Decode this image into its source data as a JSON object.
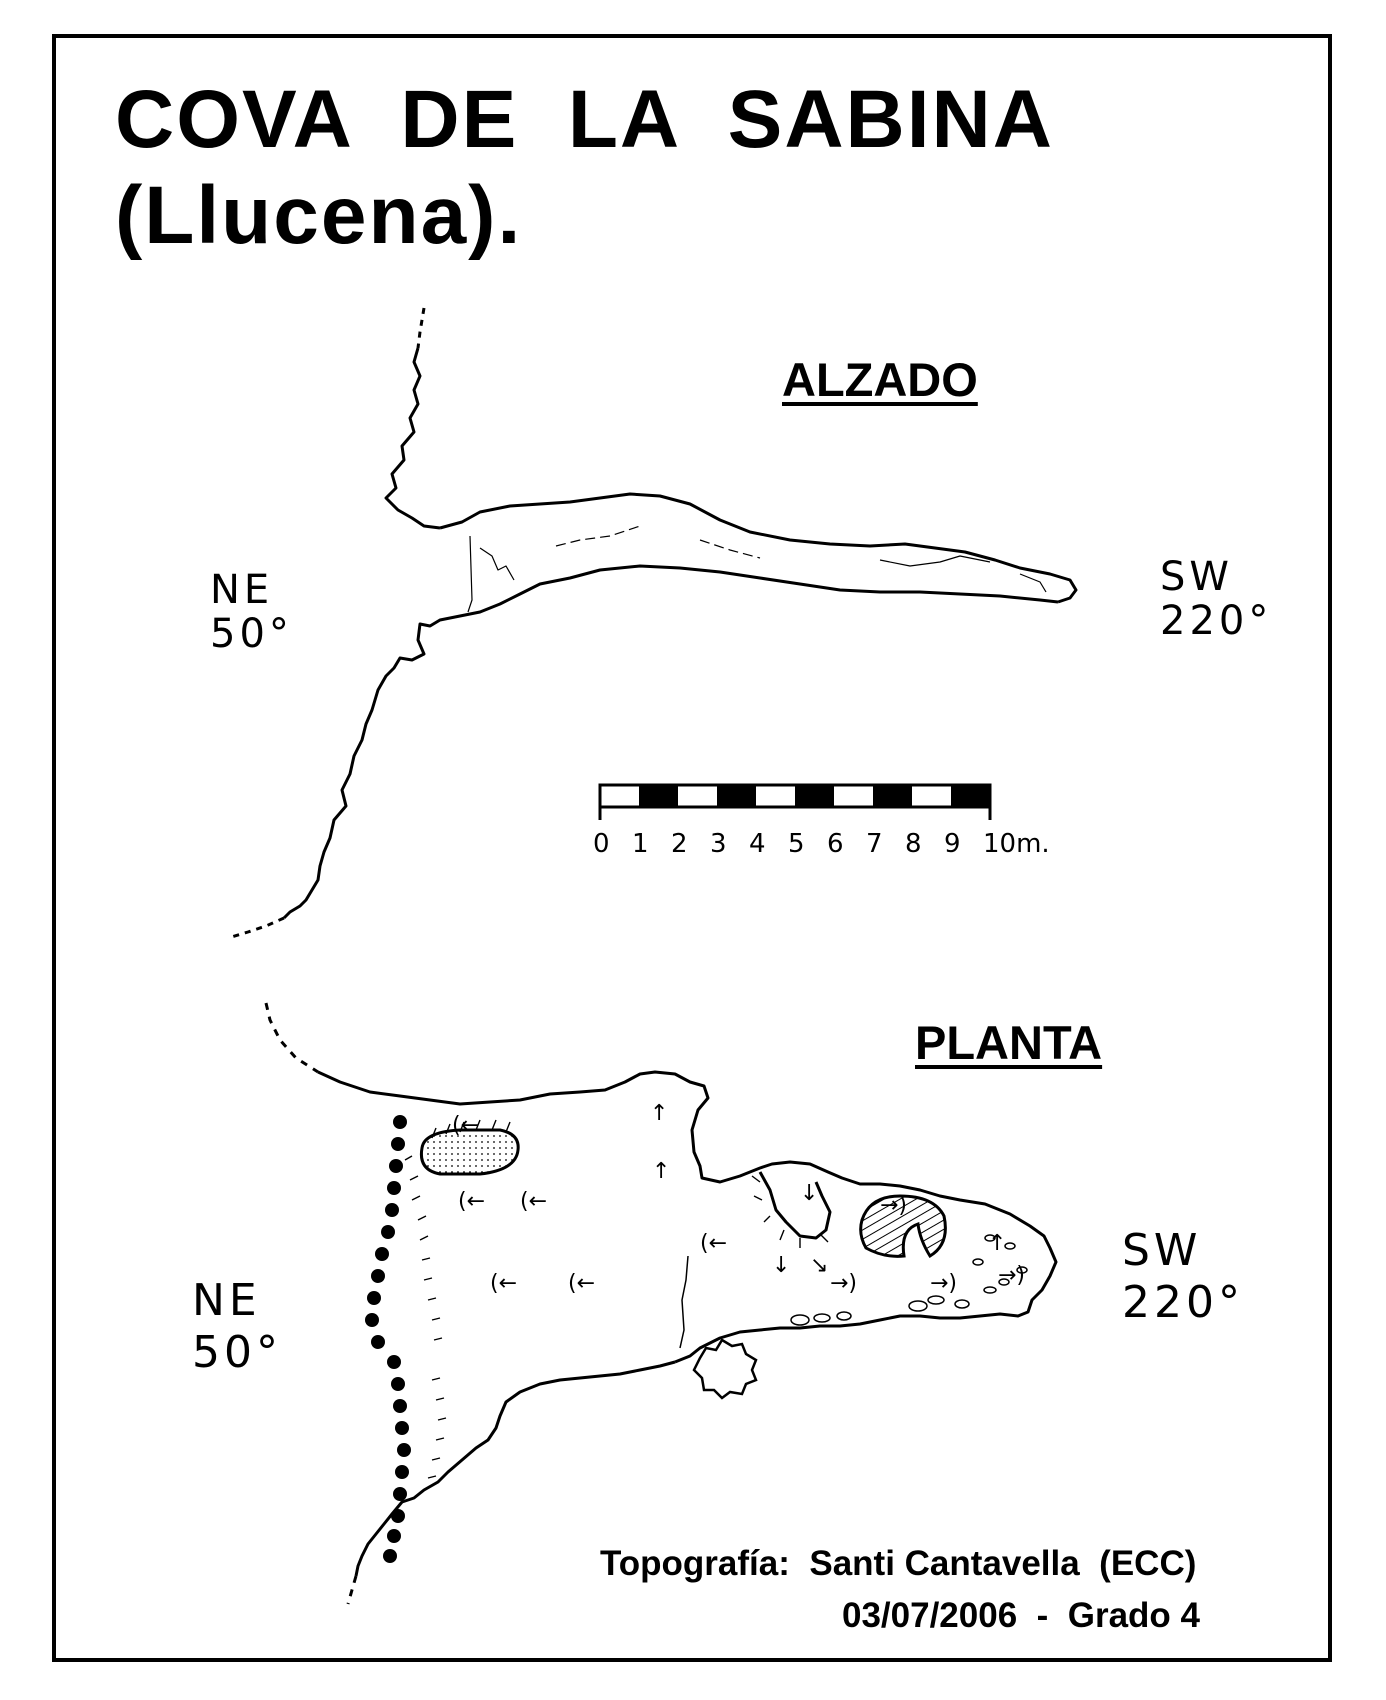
{
  "title": {
    "line1": "COVA  DE  LA  SABINA",
    "line2": "(Llucena)."
  },
  "alzado": {
    "label": "ALZADO",
    "left_dir": "NE",
    "left_deg": "50°",
    "right_dir": "SW",
    "right_deg": "220°"
  },
  "planta": {
    "label": "PLANTA",
    "left_dir": "NE",
    "left_deg": "50°",
    "right_dir": "SW",
    "right_deg": "220°"
  },
  "scale_bar": {
    "ticks": [
      "0",
      "1",
      "2",
      "3",
      "4",
      "5",
      "6",
      "7",
      "8",
      "9",
      "10m."
    ],
    "units": "m"
  },
  "credits": {
    "author_label": "Topografía:",
    "author": "Santi Cantavella  (ECC)",
    "date": "03/07/2006",
    "separator": "-",
    "grade": "Grado 4"
  }
}
